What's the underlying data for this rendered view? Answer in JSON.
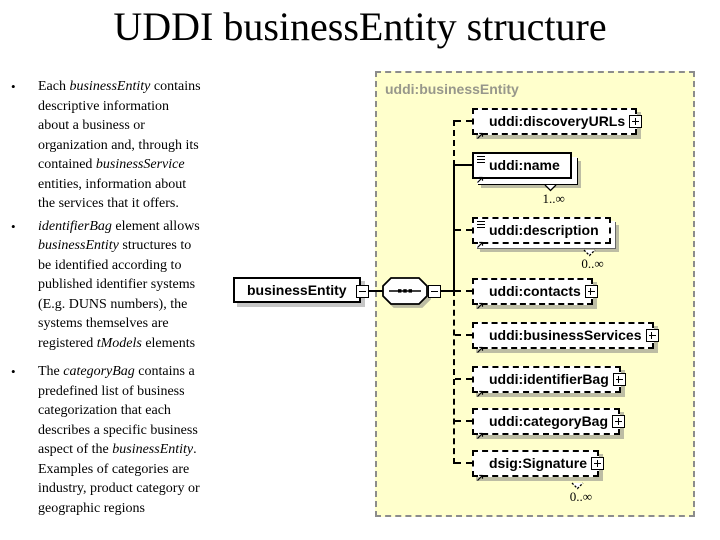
{
  "title": "UDDI businessEntity structure",
  "bullet_char": "•",
  "bullets": [
    {
      "segments": [
        {
          "t": "Each "
        },
        {
          "t": "businessEntity",
          "i": true
        },
        {
          "t": " contains\ndescriptive information\nabout a business or\norganization and, through its\ncontained "
        },
        {
          "t": "businessService",
          "i": true
        },
        {
          "t": "\nentities, information about\nthe services that it offers."
        }
      ]
    },
    {
      "segments": [
        {
          "t": "identifierBag",
          "i": true
        },
        {
          "t": " element allows\n"
        },
        {
          "t": "businessEntity",
          "i": true
        },
        {
          "t": " structures to\nbe identified according to\npublished identifier systems\n(E.g. DUNS numbers), the\nsystems themselves are\nregistered  "
        },
        {
          "t": "tModels",
          "i": true
        },
        {
          "t": " elements"
        }
      ]
    },
    {
      "segments": [
        {
          "t": "The "
        },
        {
          "t": "categoryBag",
          "i": true
        },
        {
          "t": " contains a\npredefined list of business\ncategorization  that each\ndescribes a specific business\naspect of the "
        },
        {
          "t": "businessEntity",
          "i": true
        },
        {
          "t": ".\nExamples of categories are\nindustry, product category or\ngeographic regions"
        }
      ]
    }
  ],
  "diagram": {
    "panel_label": "uddi:businessEntity",
    "root": {
      "label": "businessEntity"
    },
    "compositor": "sequence",
    "children": [
      {
        "label": "uddi:discoveryURLs",
        "required": false,
        "expand": true,
        "lines_icon": false,
        "stacked": false,
        "occurs": null
      },
      {
        "label": "uddi:name",
        "required": true,
        "expand": false,
        "lines_icon": true,
        "stacked": true,
        "occurs": "1..∞"
      },
      {
        "label": "uddi:description",
        "required": false,
        "expand": false,
        "lines_icon": true,
        "stacked": true,
        "occurs": "0..∞"
      },
      {
        "label": "uddi:contacts",
        "required": false,
        "expand": true,
        "lines_icon": false,
        "stacked": false,
        "occurs": null
      },
      {
        "label": "uddi:businessServices",
        "required": false,
        "expand": true,
        "lines_icon": false,
        "stacked": false,
        "occurs": null
      },
      {
        "label": "uddi:identifierBag",
        "required": false,
        "expand": true,
        "lines_icon": false,
        "stacked": false,
        "occurs": null
      },
      {
        "label": "uddi:categoryBag",
        "required": false,
        "expand": true,
        "lines_icon": false,
        "stacked": false,
        "occurs": null
      },
      {
        "label": "dsig:Signature",
        "required": false,
        "expand": true,
        "lines_icon": false,
        "stacked": false,
        "occurs": "0..∞"
      }
    ],
    "colors": {
      "panel_bg": "#ffffcc",
      "panel_border": "#8c8c8c",
      "panel_label": "#97978b",
      "box_shadow": "#bdbda4",
      "line": "#000000",
      "box_bg": "#ffffff"
    }
  }
}
